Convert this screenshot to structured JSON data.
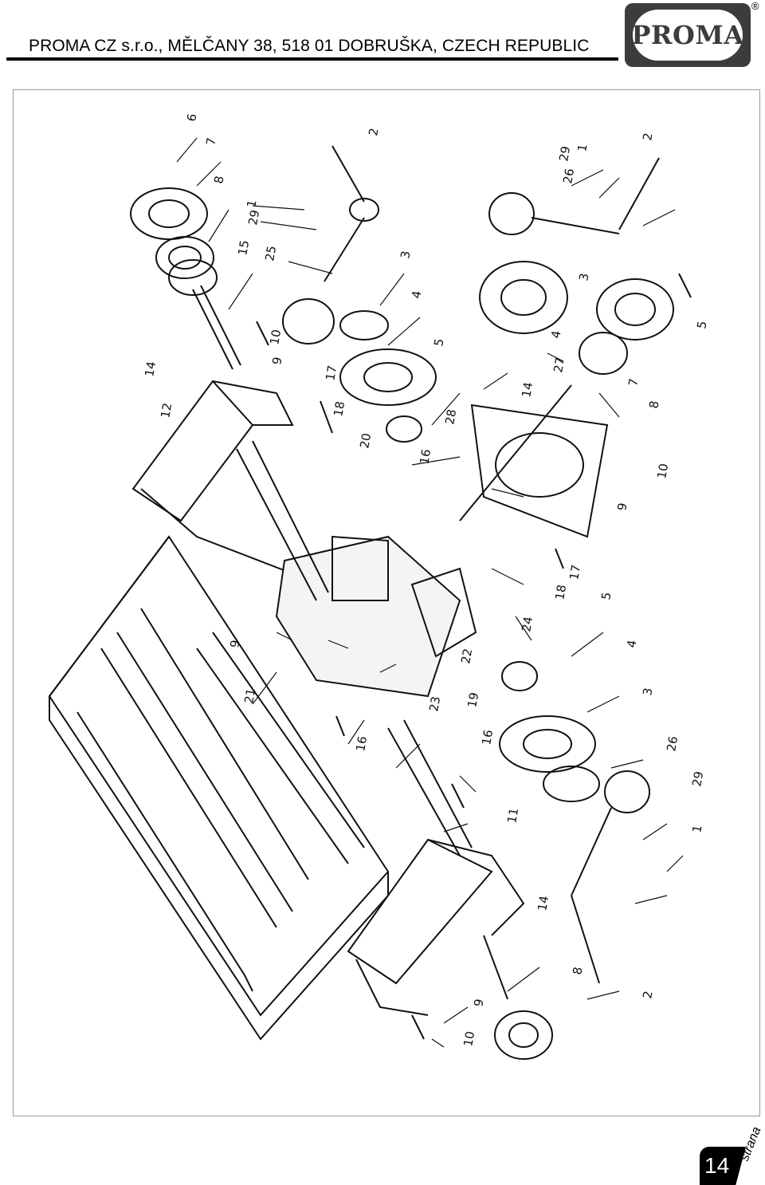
{
  "header": {
    "company_line": "PROMA CZ s.r.o., MĚLČANY 38, 518 01 DOBRUŠKA, CZECH REPUBLIC",
    "logo_text": "PROMA",
    "registered_mark": "®"
  },
  "figure": {
    "callouts": [
      "6",
      "7",
      "8",
      "15",
      "29",
      "1",
      "25",
      "3",
      "2",
      "4",
      "10",
      "9",
      "14",
      "12",
      "17",
      "18",
      "20",
      "5",
      "28",
      "26",
      "29",
      "1",
      "2",
      "3",
      "4",
      "5",
      "27",
      "8",
      "7",
      "10",
      "9",
      "16",
      "14",
      "17",
      "18",
      "24",
      "5",
      "4",
      "3",
      "22",
      "23",
      "19",
      "21",
      "9",
      "16",
      "16",
      "11",
      "26",
      "29",
      "1",
      "14",
      "8",
      "2",
      "9",
      "10"
    ]
  },
  "footer": {
    "page_number": "14",
    "page_word": "strana"
  }
}
